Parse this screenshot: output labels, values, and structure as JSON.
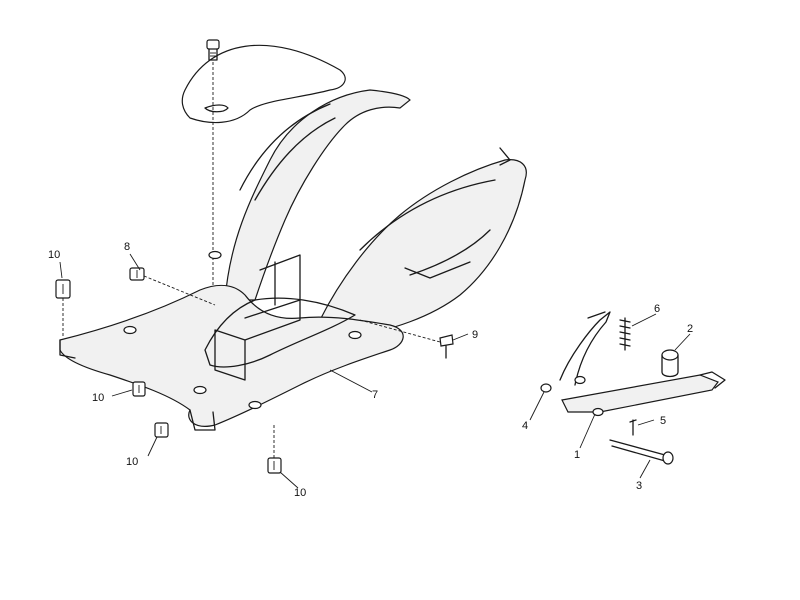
{
  "callouts": [
    {
      "id": "c1",
      "text": "1"
    },
    {
      "id": "c2",
      "text": "2"
    },
    {
      "id": "c3",
      "text": "3"
    },
    {
      "id": "c4",
      "text": "4"
    },
    {
      "id": "c5",
      "text": "5"
    },
    {
      "id": "c6",
      "text": "6"
    },
    {
      "id": "c7",
      "text": "7"
    },
    {
      "id": "c8",
      "text": "8"
    },
    {
      "id": "c9",
      "text": "9"
    },
    {
      "id": "c10a",
      "text": "10"
    },
    {
      "id": "c10b",
      "text": "10"
    },
    {
      "id": "c10c",
      "text": "10"
    },
    {
      "id": "c10d",
      "text": "10"
    }
  ]
}
